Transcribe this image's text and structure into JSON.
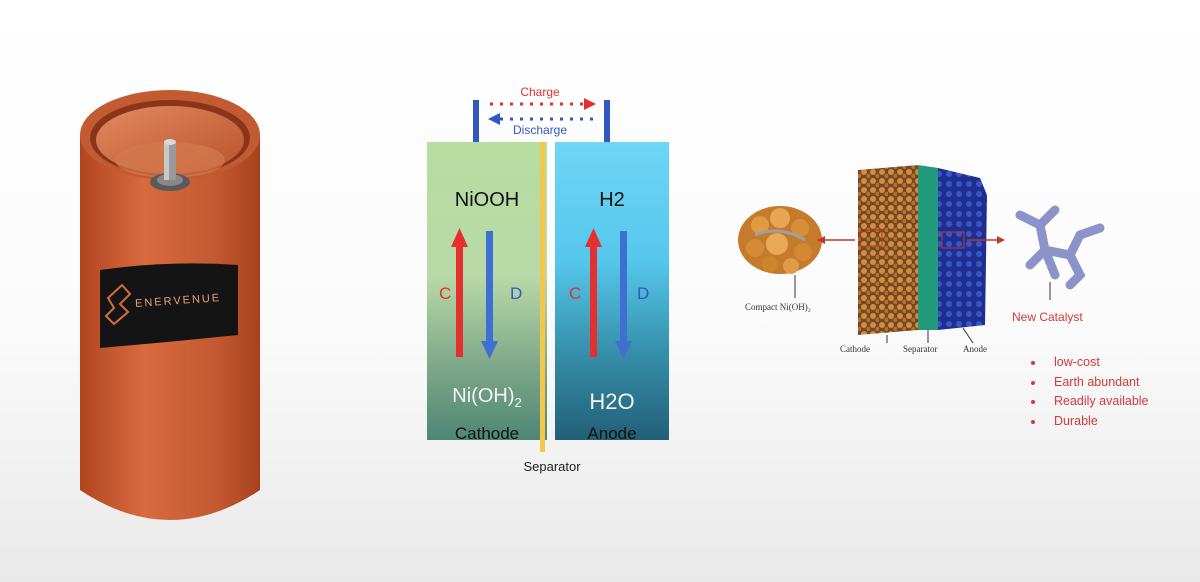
{
  "battery": {
    "brand": "ENERVENUE",
    "body_color": "#c2532c",
    "logo_icon": "enervenue-logo-icon"
  },
  "cell_diagram": {
    "charge_label": "Charge",
    "discharge_label": "Discharge",
    "cathode": {
      "top_species": "NiOOH",
      "bottom_species_base": "Ni(OH)",
      "bottom_species_subscript": "2",
      "name": "Cathode",
      "charge_letter": "C",
      "discharge_letter": "D"
    },
    "anode": {
      "top_species": "H2",
      "bottom_species": "H2O",
      "name": "Anode",
      "charge_letter": "C",
      "discharge_letter": "D"
    },
    "separator_label": "Separator",
    "colors": {
      "charge": "#e53030",
      "discharge": "#3357c2",
      "separator": "#f2c84a"
    }
  },
  "catalyst_figure": {
    "nickel_caption": "Compact Ni(OH)₂",
    "layer_labels": [
      "Cathode",
      "Separator",
      "Anode"
    ],
    "new_catalyst_label": "New Catalyst"
  },
  "benefits": [
    "low-cost",
    "Earth abundant",
    "Readily available",
    "Durable"
  ]
}
